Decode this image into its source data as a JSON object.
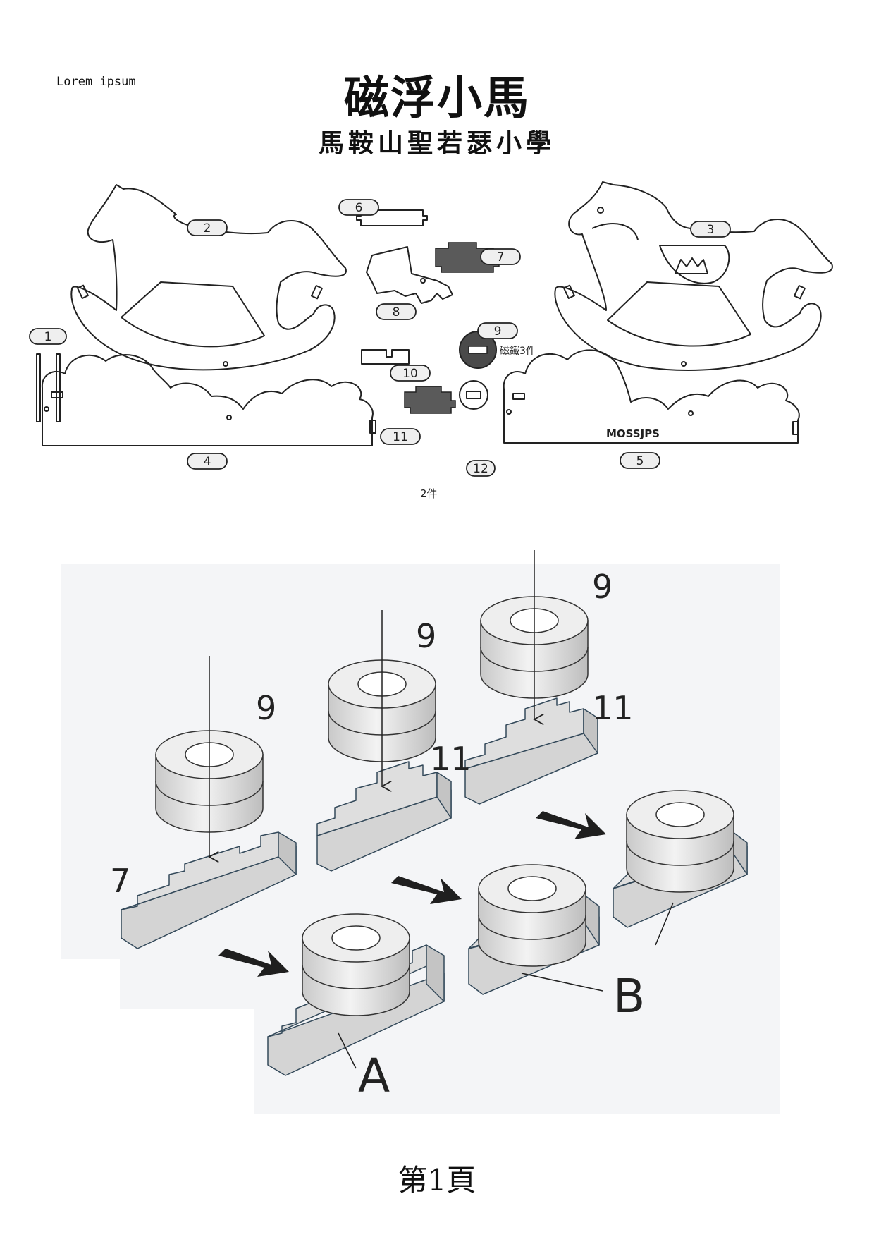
{
  "header": {
    "corner_text": "Lorem ipsum",
    "title": "磁浮小馬",
    "subtitle": "馬鞍山聖若瑟小學"
  },
  "parts": {
    "labels": [
      {
        "id": "p1",
        "text": "1"
      },
      {
        "id": "p2",
        "text": "2"
      },
      {
        "id": "p3",
        "text": "3"
      },
      {
        "id": "p4",
        "text": "4"
      },
      {
        "id": "p5",
        "text": "5"
      },
      {
        "id": "p6",
        "text": "6"
      },
      {
        "id": "p7",
        "text": "7"
      },
      {
        "id": "p8",
        "text": "8"
      },
      {
        "id": "p9",
        "text": "9"
      },
      {
        "id": "p10",
        "text": "10"
      },
      {
        "id": "p11",
        "text": "11"
      },
      {
        "id": "p12",
        "text": "12"
      }
    ],
    "magnet_note": "磁鐵3件",
    "count_note": "2件",
    "brand": "MOSSJPS"
  },
  "assembly": {
    "labels": {
      "nine_a": "9",
      "nine_b": "9",
      "nine_c": "9",
      "eleven_a": "11",
      "eleven_b": "11",
      "seven": "7",
      "result_a": "A",
      "result_b": "B"
    }
  },
  "footer": {
    "page_label": "第1頁"
  },
  "colors": {
    "line": "#222222",
    "dark_part": "#5a5a5a",
    "block_face": "#d9d9d9",
    "block_top": "#eeeeee",
    "panel_bg": "#f4f5f7",
    "arrow": "#1f1f1f"
  }
}
